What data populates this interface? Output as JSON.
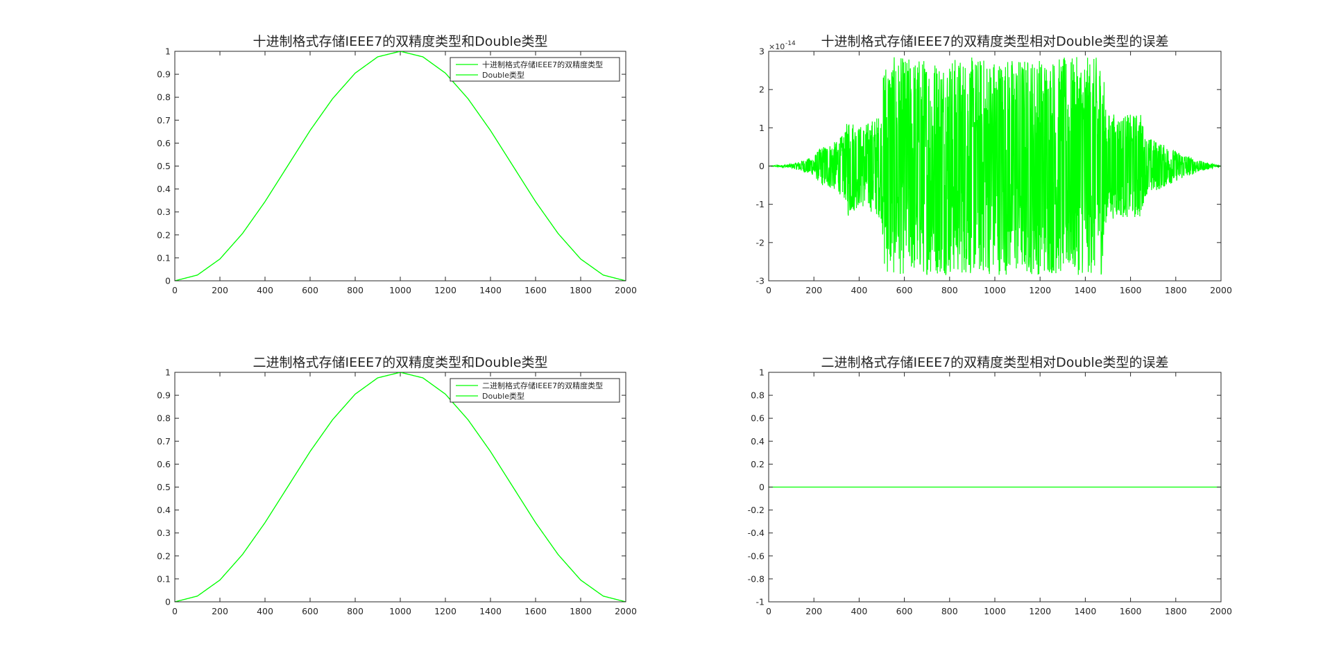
{
  "chart_data": [
    {
      "type": "line",
      "title": "十进制格式存储IEEE7的双精度类型和Double类型",
      "xlim": [
        0,
        2000
      ],
      "ylim": [
        0,
        1
      ],
      "xticks": [
        0,
        200,
        400,
        600,
        800,
        1000,
        1200,
        1400,
        1600,
        1800,
        2000
      ],
      "yticks": [
        0,
        0.1,
        0.2,
        0.3,
        0.4,
        0.5,
        0.6,
        0.7,
        0.8,
        0.9,
        1
      ],
      "xticklabels": [
        "0",
        "200",
        "400",
        "600",
        "800",
        "1000",
        "1200",
        "1400",
        "1600",
        "1800",
        "2000"
      ],
      "yticklabels": [
        "0",
        "0.1",
        "0.2",
        "0.3",
        "0.4",
        "0.5",
        "0.6",
        "0.7",
        "0.8",
        "0.9",
        "1"
      ],
      "grid": false,
      "legend": "top-right",
      "series": [
        {
          "name": "十进制格式存储IEEE7的双精度类型",
          "color": "#00ff00",
          "x": [
            0,
            100,
            200,
            300,
            400,
            500,
            600,
            700,
            800,
            900,
            1000,
            1100,
            1200,
            1300,
            1400,
            1500,
            1600,
            1700,
            1800,
            1900,
            2000
          ],
          "y": [
            0,
            0.025,
            0.095,
            0.206,
            0.345,
            0.5,
            0.655,
            0.794,
            0.905,
            0.976,
            1,
            0.976,
            0.905,
            0.794,
            0.655,
            0.5,
            0.345,
            0.206,
            0.095,
            0.025,
            0
          ]
        },
        {
          "name": "Double类型",
          "color": "#00ff00",
          "x": [
            0,
            100,
            200,
            300,
            400,
            500,
            600,
            700,
            800,
            900,
            1000,
            1100,
            1200,
            1300,
            1400,
            1500,
            1600,
            1700,
            1800,
            1900,
            2000
          ],
          "y": [
            0,
            0.025,
            0.095,
            0.206,
            0.345,
            0.5,
            0.655,
            0.794,
            0.905,
            0.976,
            1,
            0.976,
            0.905,
            0.794,
            0.655,
            0.5,
            0.345,
            0.206,
            0.095,
            0.025,
            0
          ]
        }
      ]
    },
    {
      "type": "line",
      "title": "十进制格式存储IEEE7的双精度类型相对Double类型的误差",
      "y_exponent_label": "×10",
      "y_exponent_power": "-14",
      "xlim": [
        0,
        2000
      ],
      "ylim": [
        -3,
        3
      ],
      "xticks": [
        0,
        200,
        400,
        600,
        800,
        1000,
        1200,
        1400,
        1600,
        1800,
        2000
      ],
      "yticks": [
        -3,
        -2,
        -1,
        0,
        1,
        2,
        3
      ],
      "xticklabels": [
        "0",
        "200",
        "400",
        "600",
        "800",
        "1000",
        "1200",
        "1400",
        "1600",
        "1800",
        "2000"
      ],
      "yticklabels": [
        "-3",
        "-2",
        "-1",
        "0",
        "1",
        "2",
        "3"
      ],
      "grid": false,
      "envelope": {
        "x": [
          0,
          100,
          150,
          200,
          230,
          300,
          340,
          350,
          400,
          440,
          500,
          510,
          520,
          600,
          700,
          800,
          900,
          1000,
          1100,
          1200,
          1300,
          1400,
          1480,
          1490,
          1500,
          1560,
          1600,
          1650,
          1660,
          1700,
          1800,
          1900,
          2000
        ],
        "amp": [
          0,
          0.05,
          0.15,
          0.25,
          0.5,
          0.65,
          0.9,
          1.35,
          1.05,
          1.15,
          1.4,
          2.8,
          2.85,
          2.85,
          2.85,
          2.85,
          2.85,
          2.85,
          2.85,
          2.85,
          2.85,
          2.85,
          2.85,
          1.5,
          1.4,
          1.35,
          1.35,
          1.4,
          0.8,
          0.7,
          0.4,
          0.15,
          0
        ]
      },
      "series": [
        {
          "name": "",
          "color": "#00ff00"
        }
      ]
    },
    {
      "type": "line",
      "title": "二进制格式存储IEEE7的双精度类型和Double类型",
      "xlim": [
        0,
        2000
      ],
      "ylim": [
        0,
        1
      ],
      "xticks": [
        0,
        200,
        400,
        600,
        800,
        1000,
        1200,
        1400,
        1600,
        1800,
        2000
      ],
      "yticks": [
        0,
        0.1,
        0.2,
        0.3,
        0.4,
        0.5,
        0.6,
        0.7,
        0.8,
        0.9,
        1
      ],
      "xticklabels": [
        "0",
        "200",
        "400",
        "600",
        "800",
        "1000",
        "1200",
        "1400",
        "1600",
        "1800",
        "2000"
      ],
      "yticklabels": [
        "0",
        "0.1",
        "0.2",
        "0.3",
        "0.4",
        "0.5",
        "0.6",
        "0.7",
        "0.8",
        "0.9",
        "1"
      ],
      "grid": false,
      "legend": "top-right",
      "series": [
        {
          "name": "二进制格式存储IEEE7的双精度类型",
          "color": "#00ff00",
          "x": [
            0,
            100,
            200,
            300,
            400,
            500,
            600,
            700,
            800,
            900,
            1000,
            1100,
            1200,
            1300,
            1400,
            1500,
            1600,
            1700,
            1800,
            1900,
            2000
          ],
          "y": [
            0,
            0.025,
            0.095,
            0.206,
            0.345,
            0.5,
            0.655,
            0.794,
            0.905,
            0.976,
            1,
            0.976,
            0.905,
            0.794,
            0.655,
            0.5,
            0.345,
            0.206,
            0.095,
            0.025,
            0
          ]
        },
        {
          "name": "Double类型",
          "color": "#00ff00",
          "x": [
            0,
            100,
            200,
            300,
            400,
            500,
            600,
            700,
            800,
            900,
            1000,
            1100,
            1200,
            1300,
            1400,
            1500,
            1600,
            1700,
            1800,
            1900,
            2000
          ],
          "y": [
            0,
            0.025,
            0.095,
            0.206,
            0.345,
            0.5,
            0.655,
            0.794,
            0.905,
            0.976,
            1,
            0.976,
            0.905,
            0.794,
            0.655,
            0.5,
            0.345,
            0.206,
            0.095,
            0.025,
            0
          ]
        }
      ]
    },
    {
      "type": "line",
      "title": "二进制格式存储IEEE7的双精度类型相对Double类型的误差",
      "xlim": [
        0,
        2000
      ],
      "ylim": [
        -1,
        1
      ],
      "xticks": [
        0,
        200,
        400,
        600,
        800,
        1000,
        1200,
        1400,
        1600,
        1800,
        2000
      ],
      "yticks": [
        -1,
        -0.8,
        -0.6,
        -0.4,
        -0.2,
        0,
        0.2,
        0.4,
        0.6,
        0.8,
        1
      ],
      "xticklabels": [
        "0",
        "200",
        "400",
        "600",
        "800",
        "1000",
        "1200",
        "1400",
        "1600",
        "1800",
        "2000"
      ],
      "yticklabels": [
        "-1",
        "-0.8",
        "-0.6",
        "-0.4",
        "-0.2",
        "0",
        "0.2",
        "0.4",
        "0.6",
        "0.8",
        "1"
      ],
      "grid": false,
      "series": [
        {
          "name": "",
          "color": "#00ff00",
          "x": [
            0,
            2000
          ],
          "y": [
            0,
            0
          ]
        }
      ]
    }
  ]
}
